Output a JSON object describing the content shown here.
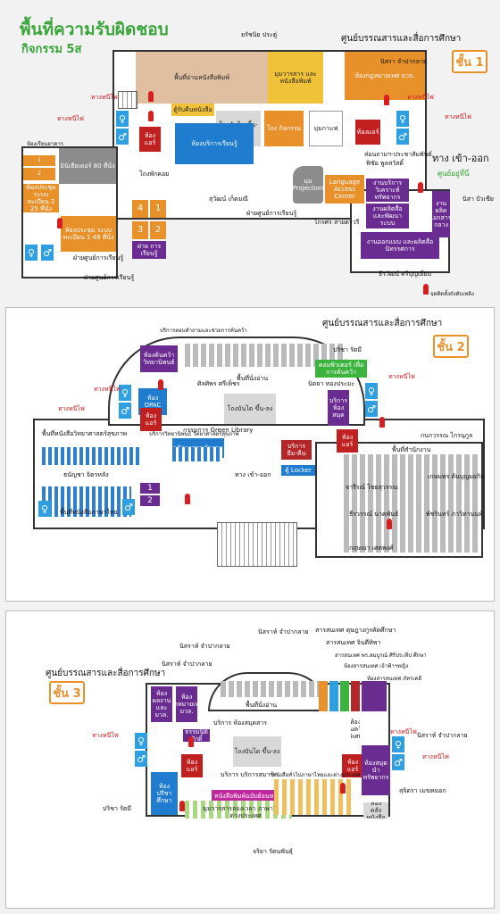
{
  "header": {
    "title": "พื้นที่ความรับผิดชอบ",
    "subtitle": "กิจกรรม 5ส"
  },
  "floor1": {
    "center_name": "ศูนย์บรรณสารและสื่อการศึกษา",
    "floor_label": "ชั้น 1",
    "rooms": {
      "reading_newspaper": "พื้นที่อ่านหนังสือพิมพ์",
      "journals": "มุมวารสาร และหนังสือพิมพ์",
      "law_library": "ห้องกฎหมายเทศ มวล.",
      "slide_down_stairs": "โถงบันได ขึ้น-ลง",
      "activity_hall": "โถง กิจกรรม",
      "learning_room": "ห้องบริการเรียนรู้",
      "multi_cinema": "มินิเธียเตอร์ 80 ที่นั่ง",
      "meeting_1": "ห้องประชุม ระบบทะเบียน 1 48 ที่นั่ง",
      "meeting_2": "ห้องประชุม ระบบทะเบียน 2 25 ที่นั่ง",
      "study_room_4": "4",
      "study_room_1": "1",
      "study_room_3": "3",
      "study_room_2": "2",
      "learning_dept": "ฝ่าย การเรียนรู้",
      "book_box": "ตู้รับคืนหนังสือ",
      "coffee": "ห้องแอร์",
      "coffee_2": "ห้องแอร์",
      "stock": "โถงพักคอย",
      "projection": "มุม Projection",
      "language": "Language Access Center",
      "service_1": "งานบริการ วิเคราะห์ทรัพยากร",
      "service_2": "งานผลิต เอกสาร กลาง",
      "service_3": "งานผลิตสื่อ และพัฒนาระบบ",
      "service_4": "งานออกแบบ และผลิตสื่อนิทรรศการ"
    },
    "labels": {
      "fire_exit_1": "ทางหนีไฟ",
      "fire_exit_2": "ทางหนีไฟ",
      "fire_exit_3": "ทางหนีไฟ",
      "fire_exit_4": "ทางหนีไฟ",
      "door": "ยรัชนิย ประตู่",
      "person_1": "นิสรา จำปากลาย",
      "person_2": "สุวัฒน์ เก็ดมณี",
      "person_3": "ไกรศร สายตาวรี",
      "person_4": "ธีรวัฒน์ ศรีบุญเยี่ยม",
      "person_5": "ฟิชัย พูลสวัสดิ์",
      "person_6": "นิสา บัวเขียว",
      "dept_1": "ฝ่ายศูนย์การเรียนรู้",
      "dept_2": "ฝ่ายศูนย์การเรียนรู้",
      "dept_3": "ฝ่ายศูนย์การเรียนรู้",
      "counter": "มุมกาแฟ",
      "info_desk": "ส่อนถามฯ-ประชาสัมพันธ์",
      "entrance": "ทาง เข้า-ออก",
      "assembly": "ศูนย์อยู่ที่นี่",
      "legend": "จุดติดตั้งถังดับเพลิง",
      "note_small": "ห้องเรียนอาคาร"
    }
  },
  "floor2": {
    "center_name": "ศูนย์บรรณสารและสื่อการศึกษา",
    "floor_label": "ชั้น 2",
    "rooms": {
      "group_study": "ห้องค้นคว้า วิทยานิพนธ์",
      "computer": "คอมพิวเตอร์ เพื่อการค้นคว้า",
      "opac": "ห้อง OPAC",
      "stairs": "โถงบันได ขึ้น-ลง",
      "help_desk": "บริการ ยืม-คืน",
      "library_counter": "บริการ ห้องสมุด",
      "green_library": "กรรมการ Green Library",
      "locker": "ตู้ Locker",
      "ac_room": "ห้อง แอร์",
      "ac_room_2": "ห้อง แอร์",
      "room_1": "1",
      "room_2": "2",
      "service": "บริการตอบคำถาม"
    },
    "labels": {
      "fire_exit_1": "ทางหนีไฟ",
      "fire_exit_2": "ทางหนีไฟ",
      "fire_exit_3": "ทางหนีไฟ",
      "reading_area": "พื้นที่นั่งอ่าน",
      "person_1": "ศิลศิพร ศรีเพ็ชร",
      "person_2": "ปริชา รัตมี",
      "person_3": "นิตยา ทองประมะ",
      "person_4": "ธนัญชา จิตรหลัง",
      "person_5": "กนกวรรณ ไกรนุกูล",
      "person_6": "เกษมพร ต้นบุญมยกิจ",
      "person_7": "จารีรณ์ ไชยสุวรรณ",
      "person_8": "ธีรวรรณ์ นาคพันธ์",
      "person_9": "พัชรินทร์ ภาวิทานนท์",
      "person_10": "กฤษณา เศตพงศ์",
      "science_books": "พื้นที่หนังสือวิทยาศาสตร์สุขภาพ",
      "thai_books": "พื้นที่หนังสือภาษาไทย",
      "work_area": "พื้นที่สำนักงาน",
      "entrance": "ทาง เข้า-ออก",
      "top_note": "บริการตอบคำถามและช่วยการค้นคว้า",
      "service_note": "บริการวิทยานิพนธ์ วิทยาศาสตร์สุขภาพ"
    }
  },
  "floor3": {
    "center_name": "ศูนย์บรรณสารและสื่อการศึกษา",
    "floor_label": "ชั้น 3",
    "rooms": {
      "room_a": "ห้อง ผลงานและ มวล.",
      "room_b": "ห้อง จดหมายเหตุ มวล.",
      "stairs": "โถงบันได ขึ้น-ลง",
      "research": "ห้อง ปรีชา ศึกษา",
      "special": "ห้องค้นคว้า พิเศษ",
      "ac_room": "ห้อง แอร์",
      "ac_room_2": "ห้อง แอร์",
      "admin": "ธรรมนิติศักดิ์",
      "journal_corner": "มุมวารสารล่องเวลา ภาษาไทย - ต่างประเทศ",
      "new_books": "หนังสือพิมพ์ฉบับย้อนหลัง",
      "collection": "ห้องสมุด นำ ทรัพยากร",
      "multi": "ห้อง คลัง หนังสือ"
    },
    "labels": {
      "fire_exit_1": "ทางหนีไฟ",
      "fire_exit_2": "ทางหนีไฟ",
      "fire_exit_3": "ทางหนีไฟ",
      "reading_area": "พื้นที่นั่งอ่าน",
      "person_1": "นิสราห์ จำปากลาย",
      "person_2": "นิสราห์ จำปากลาย",
      "person_3": "นิสราห์ จำปากลาย",
      "person_4": "ปริชา รัตมี",
      "person_5": "จริยา รัตนพันธุ์",
      "person_6": "สุจิตรา เมฆหมอก",
      "service_top": "บริการ ห้องสมุดสาร",
      "service_mid": "บริการ บริการสมาชิก",
      "journal_note": "หนังสือทั่วไปภาษาไทยและต่างประเทศ",
      "team_1": "สารสนเทศ ดุษฎางกูรคัดศึกษา",
      "team_2": "สารสนเทศ จินตีทิพา",
      "team_3": "สารสนเทศ พร.สมบูรณ์ ศิริประทีป ศึกษา",
      "team_4": "ห้องสารสนเทศ เจ้าฟ้าฯหญิง",
      "team_5": "ห้องสารสนเทศ ภัทรเคดี"
    }
  },
  "colors": {
    "green_title": "#3aa53a",
    "orange_badge": "#e8902a",
    "fire_red": "#d62020",
    "wc_blue": "#2e9fe0",
    "room_orange": "#e8902a",
    "room_blue": "#1f7ccf",
    "room_purple": "#6a2c91",
    "room_gray": "#8c8c8c",
    "room_dark_red": "#b3262a",
    "room_green": "#3cb33c",
    "room_tan": "#e0bfa0"
  }
}
